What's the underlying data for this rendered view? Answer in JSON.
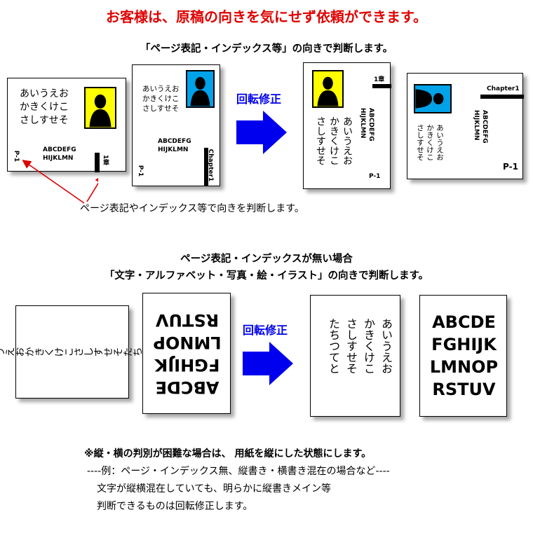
{
  "header": {
    "title": "お客様は、原稿の向きを気にせず依頼ができます。",
    "section1_caption": "「ページ表記・インデックス等」の向きで判断します。",
    "section2_caption_line1": "ページ表記・インデックスが無い場合",
    "section2_caption_line2": "「文字・アルファベット・写真・絵・イラスト」の向きで判断します。"
  },
  "labels": {
    "rotate_label_1": "回転修正",
    "rotate_label_2": "回転修正",
    "pointer_note": "ページ表記やインデックス等で向きを判断します。"
  },
  "sample": {
    "kana_lines": [
      "あいうえお",
      "かきくけこ",
      "さしすせそ"
    ],
    "kana_lines_4": [
      "あいうえお",
      "かきくけこ",
      "さしすせそ",
      "たちつてと"
    ],
    "abc_lines": [
      "ABCDEFG",
      "HIJKLMN"
    ],
    "big_abc_lines": [
      "ABCDE",
      "FGHIJK",
      "LMNOP",
      "RSTUV"
    ],
    "page_label": "P-1",
    "index_jp": "1章",
    "index_en": "Chapter1"
  },
  "footer": {
    "line1": "※縦・横の判別が困難な場合は、 用紙を縦にした状態にします。",
    "line2": "----例：ページ・インデックス無、縦書き・横書き混在の場合など----",
    "line3": "文字が縦横混在していても、明らかに縦書きメイン等",
    "line4": "判断できるものは回転修正します。"
  },
  "colors": {
    "title_red": "#e00000",
    "arrow_blue": "#0000ee",
    "photo_yellow": "#ffff00",
    "photo_cyan": "#00a2e8",
    "pointer_red": "#dd0000"
  }
}
